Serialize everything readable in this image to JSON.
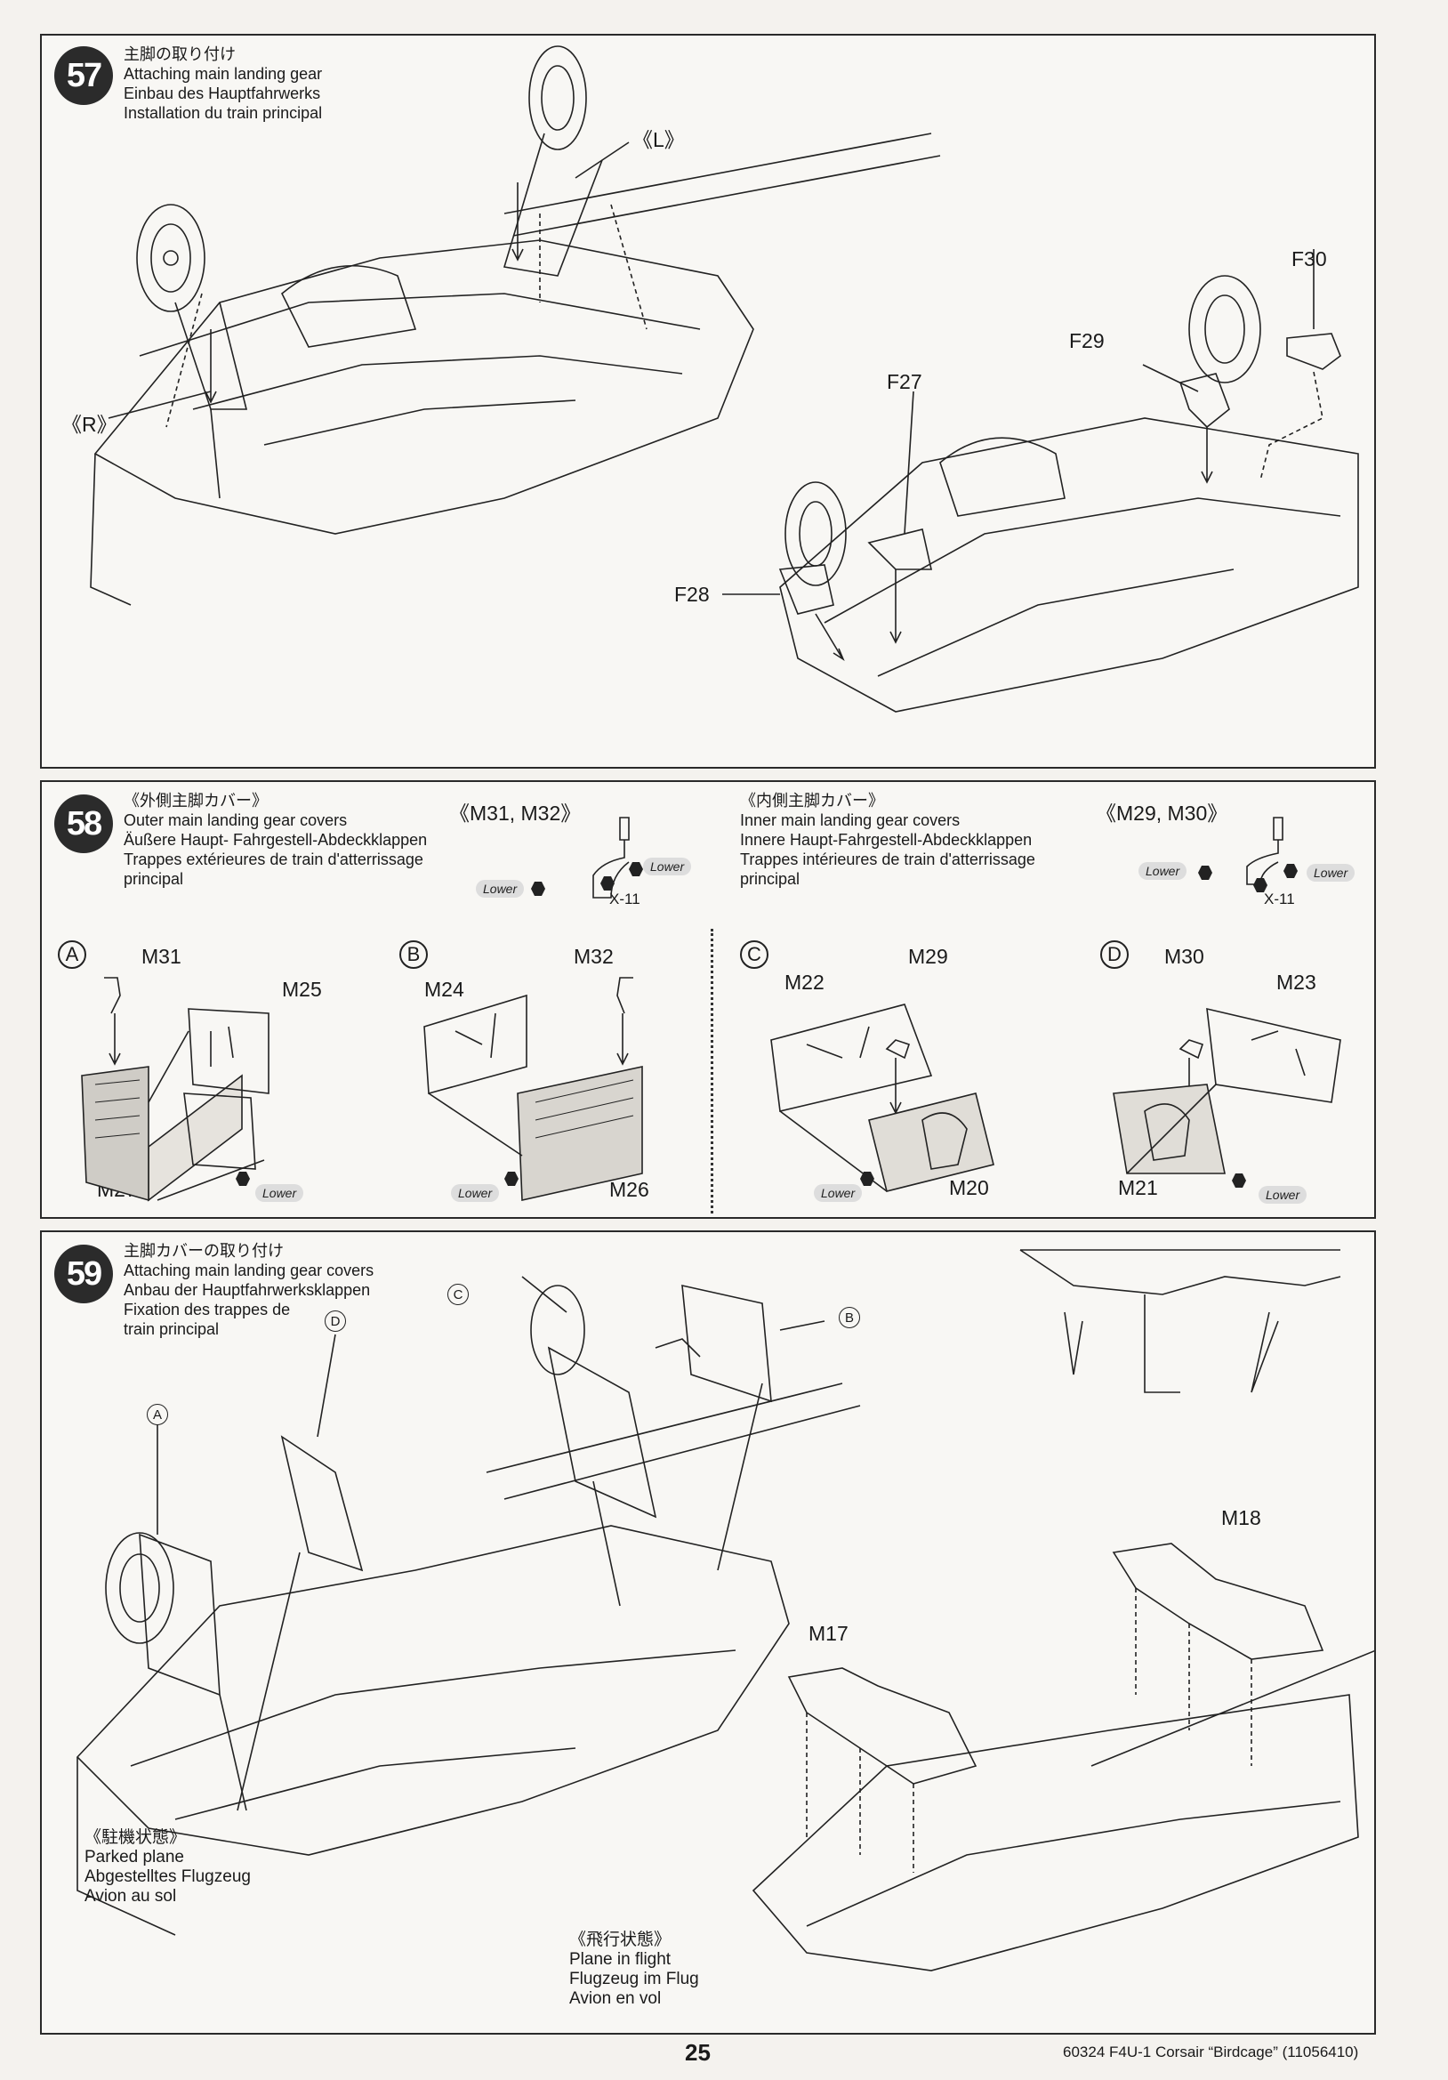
{
  "step57": {
    "number": "57",
    "title_jp": "主脚の取り付け",
    "title_en": "Attaching main landing gear",
    "title_de": "Einbau des Hauptfahrwerks",
    "title_fr": "Installation du train principal",
    "labels": {
      "left": "《L》",
      "right": "《R》",
      "f30": "F30",
      "f29": "F29",
      "f27": "F27",
      "f28": "F28"
    }
  },
  "step58": {
    "number": "58",
    "outer": {
      "title_jp": "《外側主脚カバー》",
      "title_en": "Outer main landing gear covers",
      "title_de": "Äußere Haupt- Fahrgestell-Abdeckklappen",
      "title_fr": "Trappes extérieures de train d'atterrissage principal",
      "parts_header": "《M31, M32》",
      "lower_left": "Lower",
      "lower_right": "Lower",
      "paint": "X-11"
    },
    "inner": {
      "title_jp": "《内側主脚カバー》",
      "title_en": "Inner main landing gear covers",
      "title_de": "Innere Haupt-Fahrgestell-Abdeckklappen",
      "title_fr": "Trappes intérieures de train d'atterrissage principal",
      "parts_header": "《M29, M30》",
      "lower_left": "Lower",
      "lower_right": "Lower",
      "paint": "X-11"
    },
    "subassemblies": [
      {
        "letter": "A",
        "top_part": "M31",
        "panel": "M25",
        "cover": "M27",
        "lower": "Lower"
      },
      {
        "letter": "B",
        "top_part": "M32",
        "panel": "M24",
        "cover": "M26",
        "lower": "Lower"
      },
      {
        "letter": "C",
        "top_part": "M29",
        "panel": "M22",
        "cover": "M20",
        "lower": "Lower"
      },
      {
        "letter": "D",
        "top_part": "M30",
        "panel": "M23",
        "cover": "M21",
        "lower": "Lower"
      }
    ]
  },
  "step59": {
    "number": "59",
    "title_jp": "主脚カバーの取り付け",
    "title_en": "Attaching main landing gear covers",
    "title_de": "Anbau der Hauptfahrwerksklappen",
    "title_fr1": "Fixation des trappes de",
    "title_fr2": "train principal",
    "callouts": {
      "c": "C",
      "b": "B",
      "a": "A",
      "d": "D"
    },
    "m18": "M18",
    "m17": "M17",
    "parked": {
      "jp": "《駐機状態》",
      "en": "Parked plane",
      "de": "Abgestelltes Flugzeug",
      "fr": "Avion au sol"
    },
    "flight": {
      "jp": "《飛行状態》",
      "en": "Plane in flight",
      "de": "Flugzeug im Flug",
      "fr": "Avion en vol"
    }
  },
  "footer": {
    "page": "25",
    "code": "60324  F4U-1 Corsair “Birdcage” (11056410)"
  }
}
